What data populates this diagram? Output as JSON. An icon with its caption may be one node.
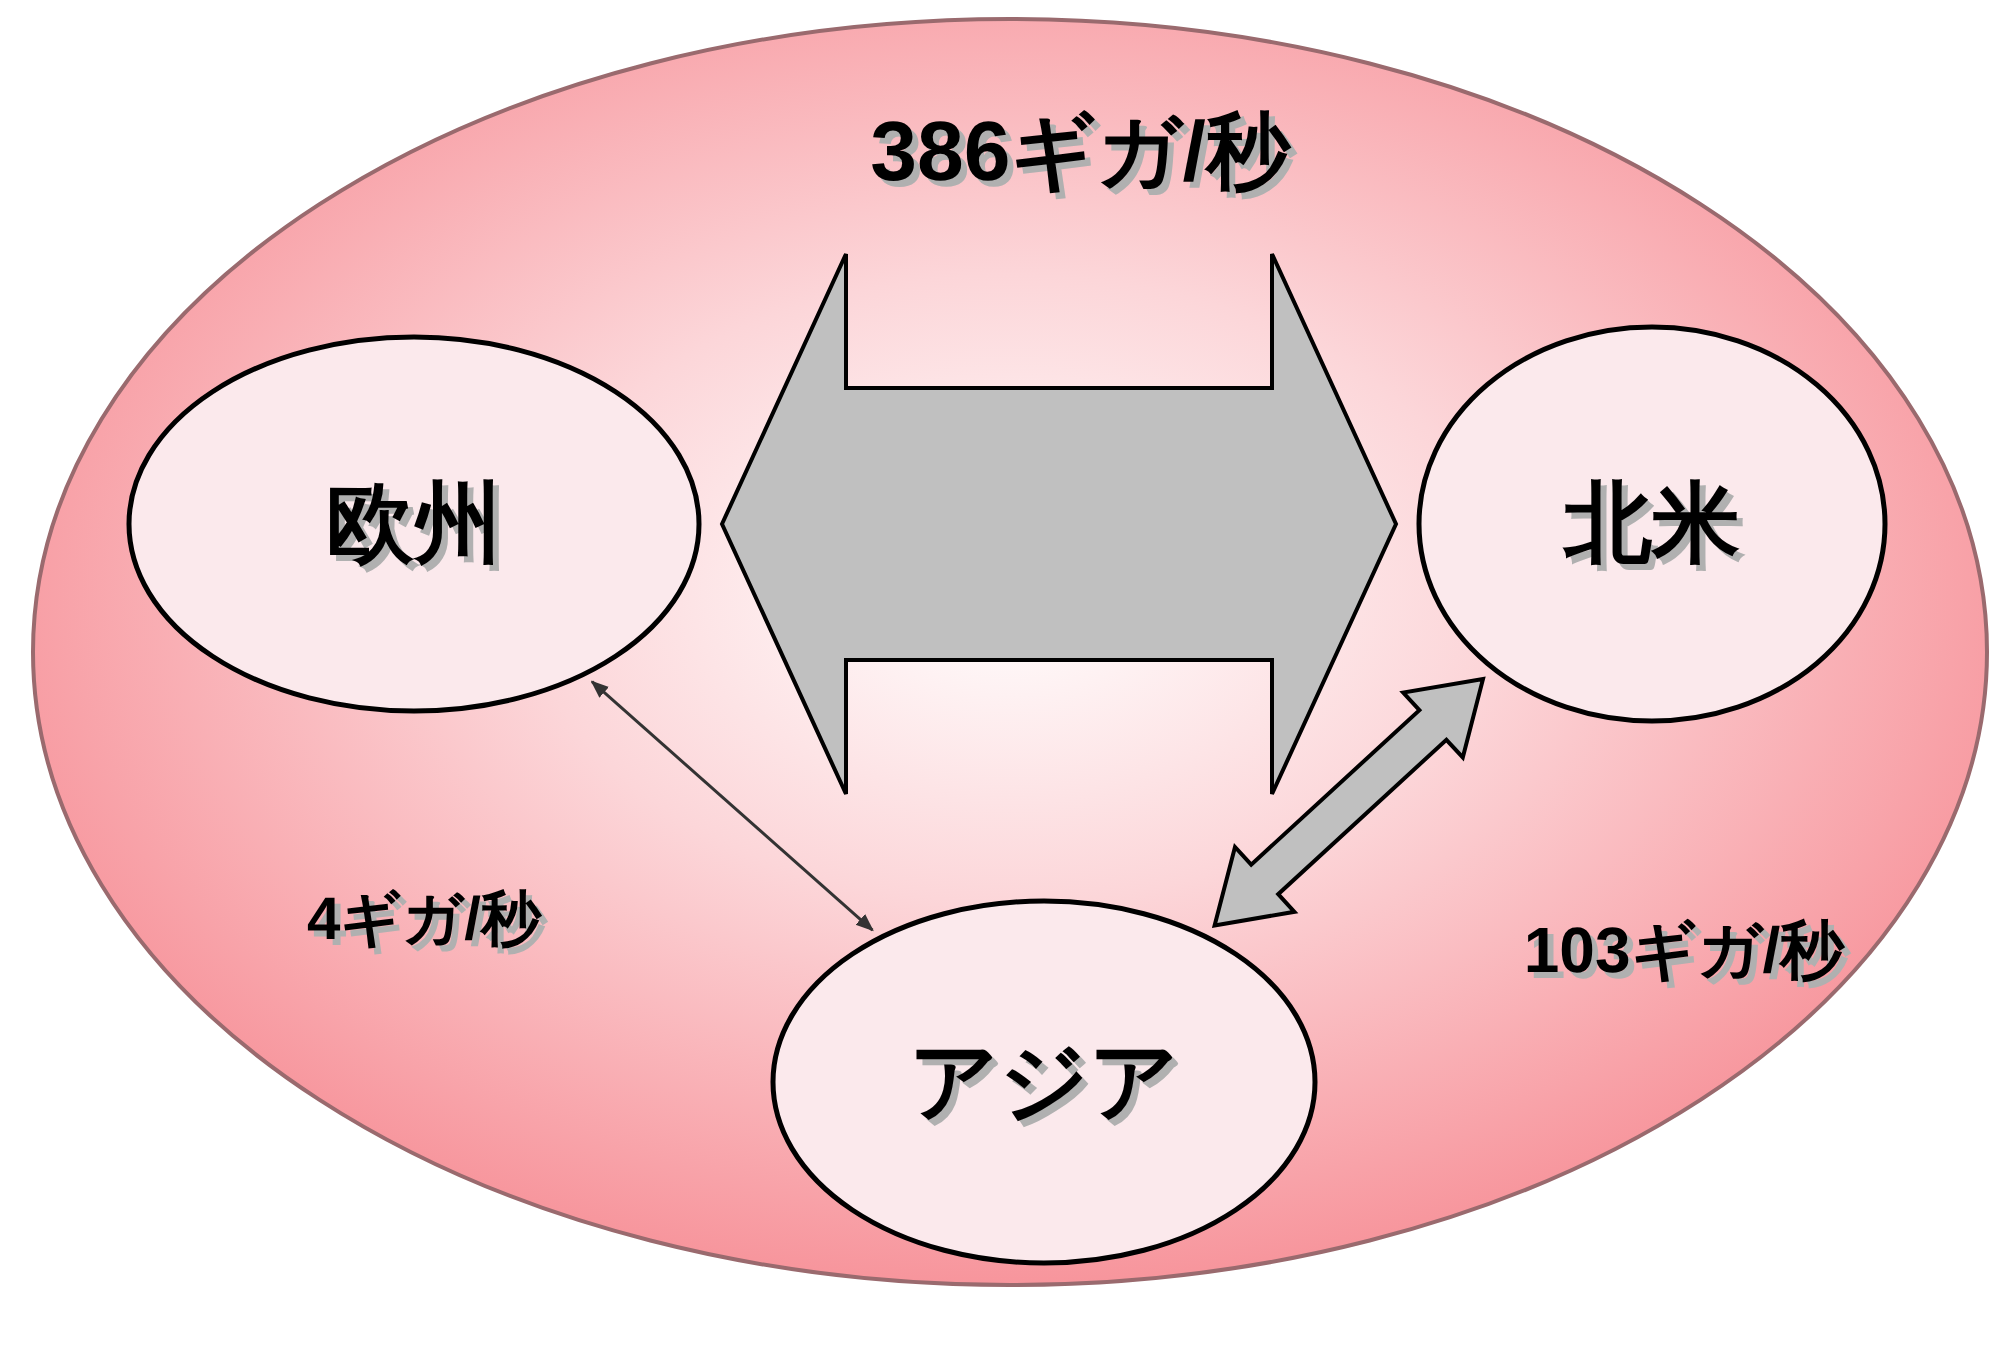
{
  "diagram": {
    "nodes": [
      {
        "text": [],
        "shape": "ellipse"
      },
      {
        "text": [
          "欧州"
        ],
        "in": 0
      },
      {
        "text": [
          "北米"
        ],
        "in": 0
      },
      {
        "text": [
          "アジア"
        ],
        "in": 0
      }
    ],
    "edges": [
      {
        "from": 1,
        "to": 2,
        "arrow": "both",
        "style": "thick",
        "label": "386ギガ/秒"
      },
      {
        "from": 1,
        "to": 3,
        "arrow": "both",
        "label": "4ギガ/秒"
      },
      {
        "from": 3,
        "to": 2,
        "arrow": "both",
        "style": "thick",
        "label": "103ギガ/秒"
      }
    ]
  }
}
